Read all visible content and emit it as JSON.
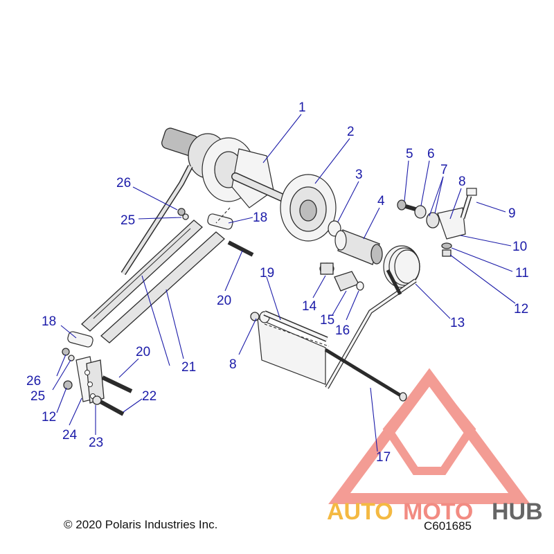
{
  "figure": {
    "copyright": "© 2020 Polaris Industries Inc.",
    "code": "C601685"
  },
  "callouts": [
    "1",
    "2",
    "3",
    "4",
    "5",
    "6",
    "7",
    "8",
    "9",
    "10",
    "11",
    "12",
    "13",
    "14",
    "15",
    "16",
    "17",
    "18",
    "18",
    "19",
    "20",
    "20",
    "21",
    "22",
    "23",
    "24",
    "25",
    "25",
    "26",
    "26",
    "12",
    "8"
  ],
  "watermark": {
    "part1": "AUTO",
    "part2": "MOTO",
    "part3": "HUB",
    "color_auto": "#f4b942",
    "color_moto": "#f28b82",
    "color_hub": "#666666",
    "triangle_color": "#f28b82"
  },
  "colors": {
    "callout": "#1a1aa8",
    "line": "#2b2b2b"
  }
}
